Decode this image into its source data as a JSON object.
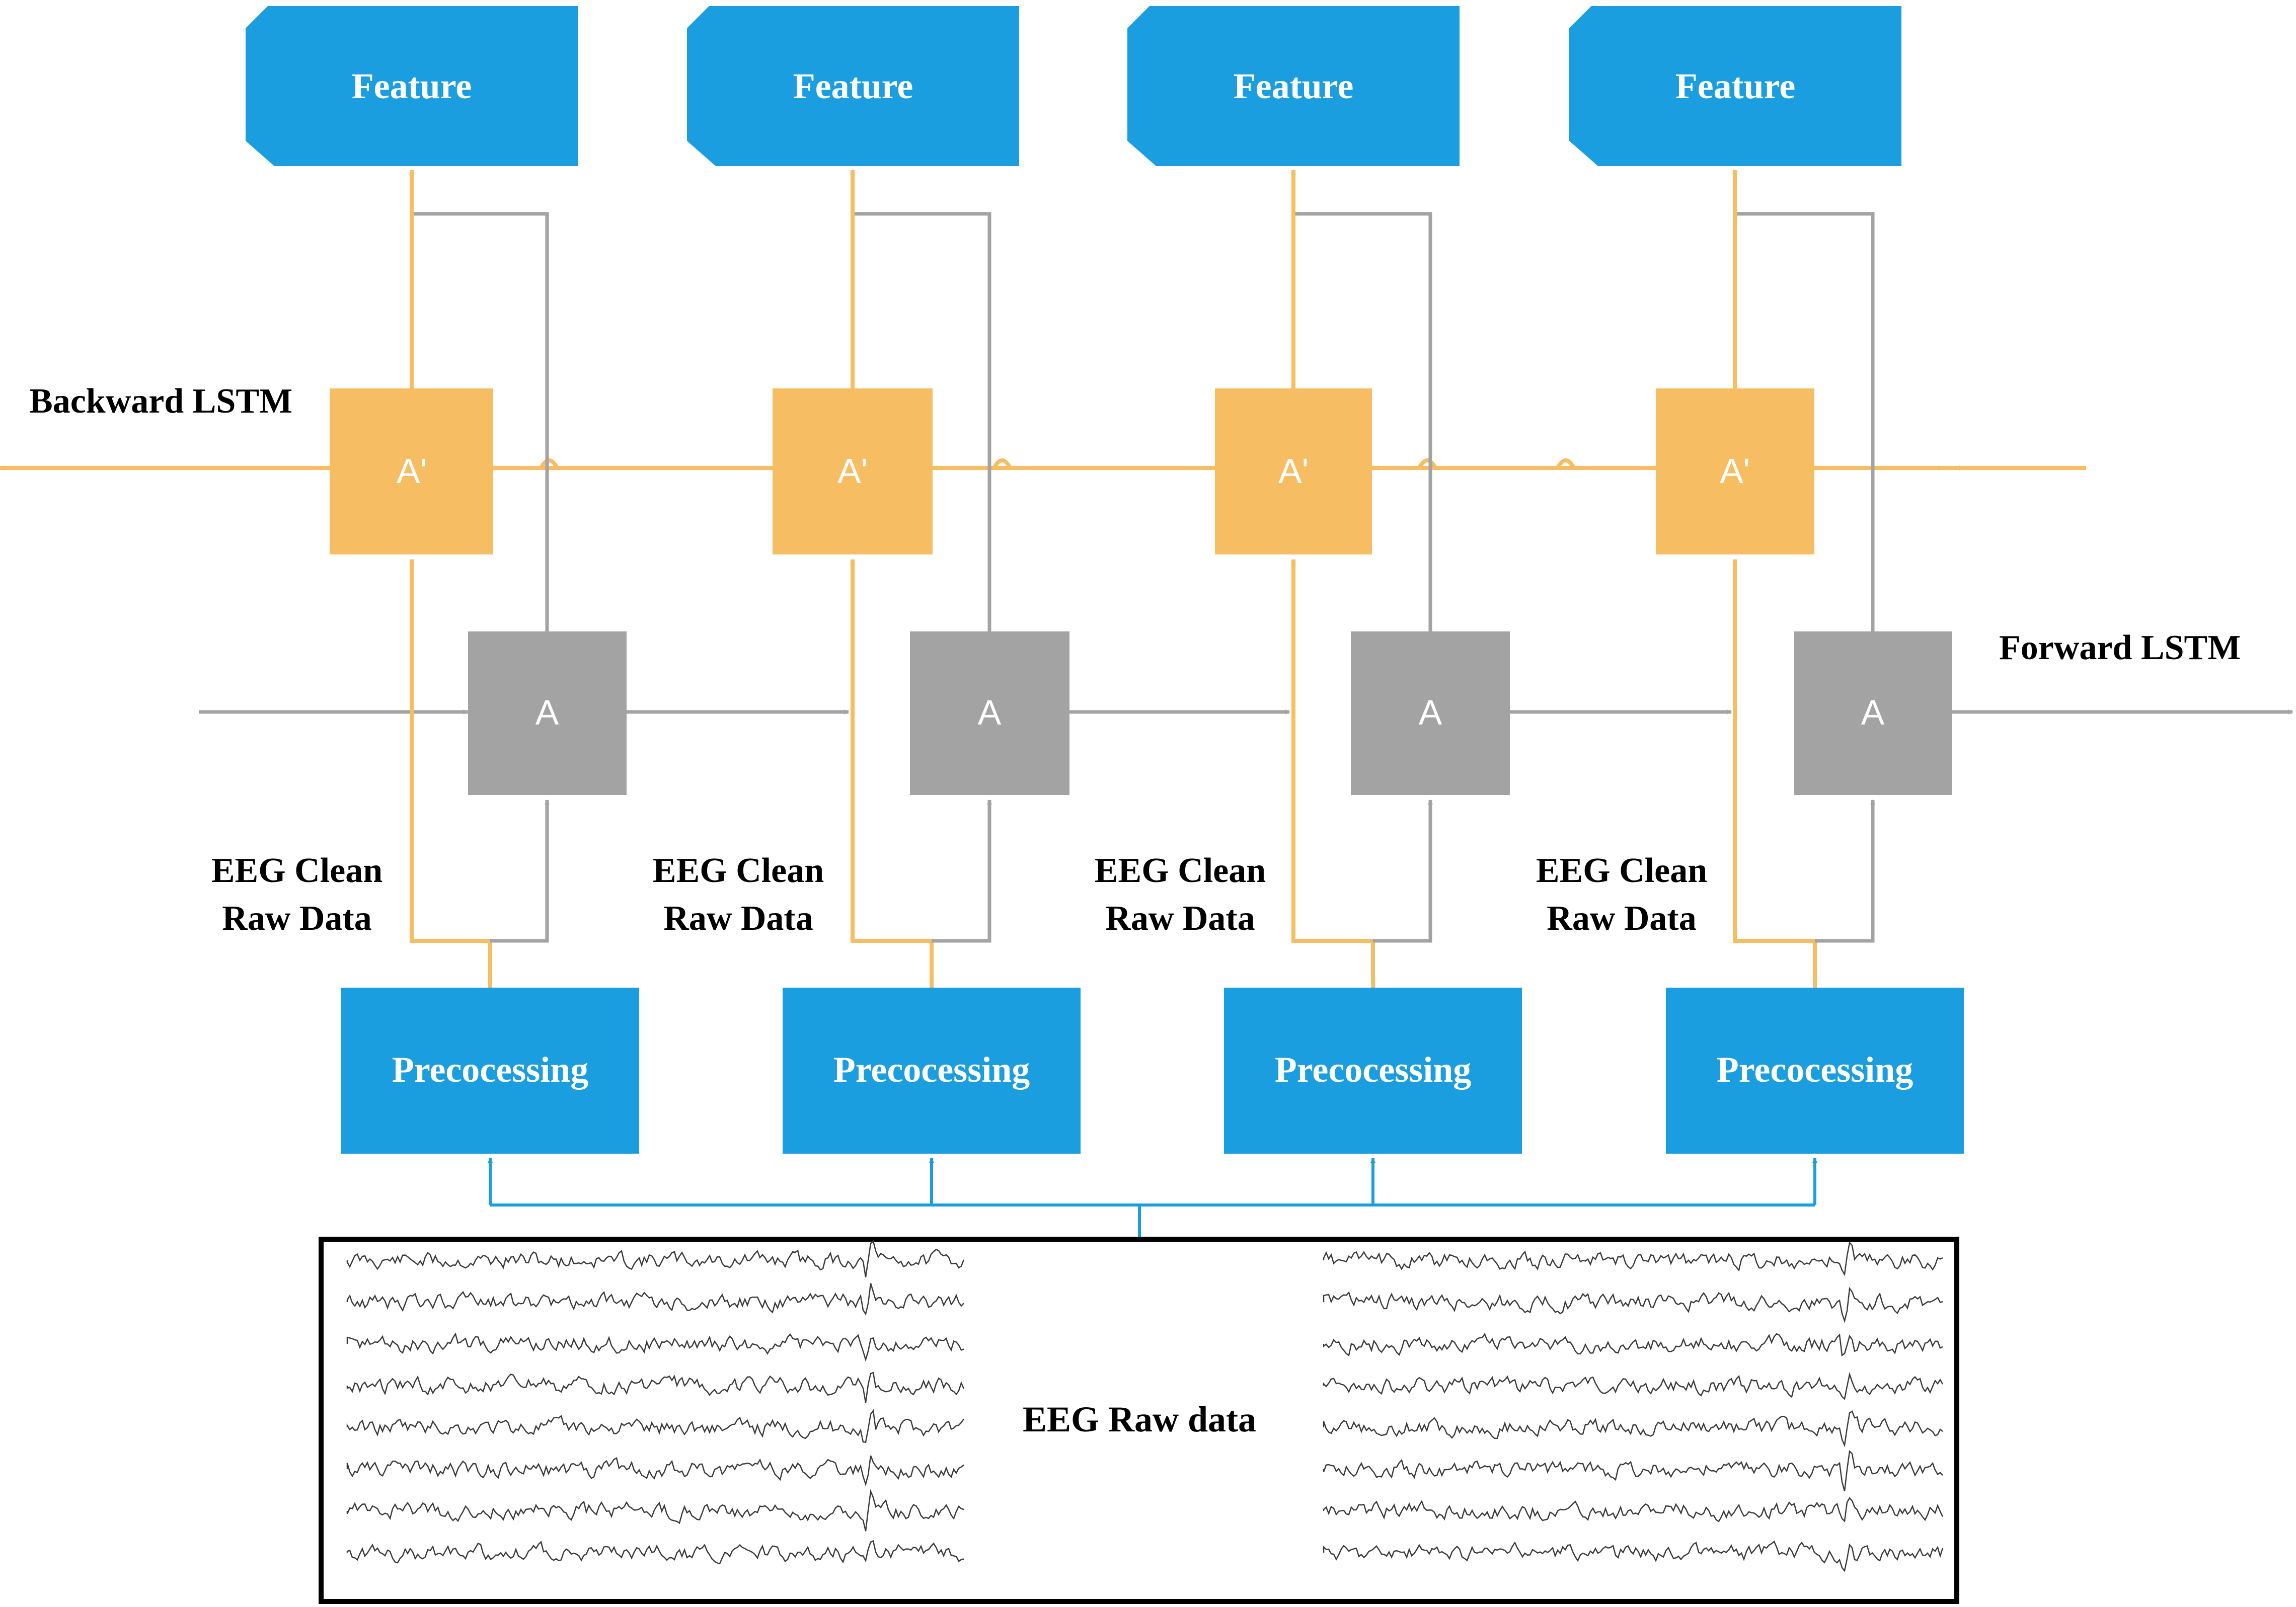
{
  "colors": {
    "blue": "#1b9ee0",
    "orange": "#f6bd63",
    "gray": "#a3a3a3",
    "black": "#000000"
  },
  "labels": {
    "backward": "Backward LSTM",
    "forward": "Forward LSTM",
    "eeg_raw": "EEG Raw data"
  },
  "columns": [
    {
      "feature": "Feature",
      "backward_cell": "A'",
      "forward_cell": "A",
      "clean_line1": "EEG Clean",
      "clean_line2": "Raw Data",
      "preprocessing": "Precocessing"
    },
    {
      "feature": "Feature",
      "backward_cell": "A'",
      "forward_cell": "A",
      "clean_line1": "EEG Clean",
      "clean_line2": "Raw Data",
      "preprocessing": "Precocessing"
    },
    {
      "feature": "Feature",
      "backward_cell": "A'",
      "forward_cell": "A",
      "clean_line1": "EEG Clean",
      "clean_line2": "Raw Data",
      "preprocessing": "Precocessing"
    },
    {
      "feature": "Feature",
      "backward_cell": "A'",
      "forward_cell": "A",
      "clean_line1": "EEG Clean",
      "clean_line2": "Raw Data",
      "preprocessing": "Precocessing"
    }
  ]
}
